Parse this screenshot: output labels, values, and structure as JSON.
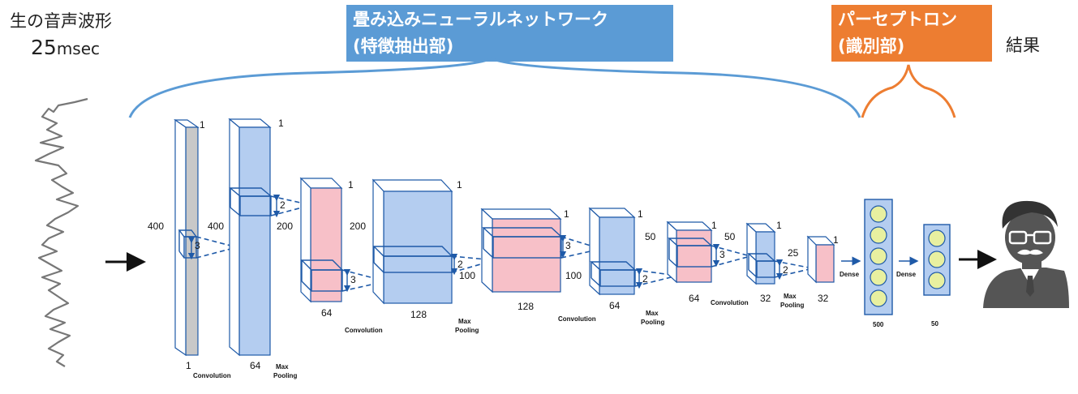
{
  "raw_title": "生の音声波形",
  "raw_duration": "25",
  "raw_unit": "msec",
  "cnn_label_line1": "畳み込みニューラルネットワーク",
  "cnn_label_line2": "(特徴抽出部)",
  "perceptron_line1": "パーセプトロン",
  "perceptron_line2": "(識別部)",
  "result_label": "結果",
  "colors": {
    "cnn": "#5b9bd5",
    "perceptron": "#ed7d31",
    "layer_blue": "#b4cdf0",
    "layer_pink": "#f7c0c8",
    "edge": "#1f5aa8"
  },
  "layers": {
    "l1": {
      "height": "400",
      "depth": "1",
      "channels": "1"
    },
    "l2": {
      "height": "400",
      "depth": "1",
      "channels": "64",
      "kernel": "3"
    },
    "l3": {
      "height": "200",
      "depth": "1",
      "channels": "64",
      "kernel": "2"
    },
    "l4": {
      "depth": "1",
      "channels": "128",
      "kernel": "3"
    },
    "l5": {
      "height": "100",
      "depth": "1",
      "channels": "128",
      "kernel": "2"
    },
    "l6": {
      "height": "100",
      "depth": "1",
      "channels": "64",
      "kernel": "3"
    },
    "l7": {
      "height": "50",
      "depth": "1",
      "channels": "64",
      "kernel": "2"
    },
    "l8": {
      "height": "50",
      "depth": "1",
      "channels": "32",
      "kernel": "3"
    },
    "l9": {
      "height": "25",
      "depth": "1",
      "channels": "32",
      "kernel": "2"
    }
  },
  "ops": {
    "conv": "Convolution",
    "max": "Max",
    "pooling": "Pooling",
    "dense": "Dense"
  },
  "dense_sizes": {
    "d1": "500",
    "d2": "50"
  }
}
